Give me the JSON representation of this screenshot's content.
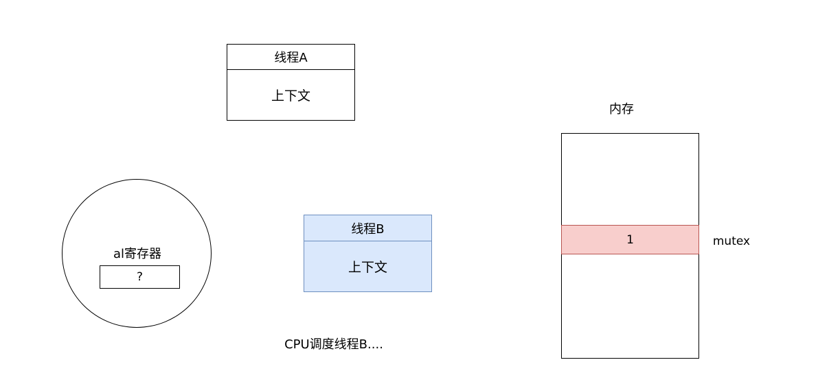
{
  "thread_a": {
    "title": "线程A",
    "context": "上下文"
  },
  "thread_b": {
    "title": "线程B",
    "context": "上下文",
    "fill_color": "#dae8fc",
    "stroke_color": "#6c8ebf"
  },
  "cpu": {
    "register_label": "al寄存器",
    "register_value": "?"
  },
  "caption": "CPU调度线程B....",
  "memory": {
    "label": "内存",
    "mutex_value": "1",
    "mutex_label": "mutex",
    "mutex_fill_color": "#f8cecc",
    "mutex_stroke_color": "#b85450"
  }
}
